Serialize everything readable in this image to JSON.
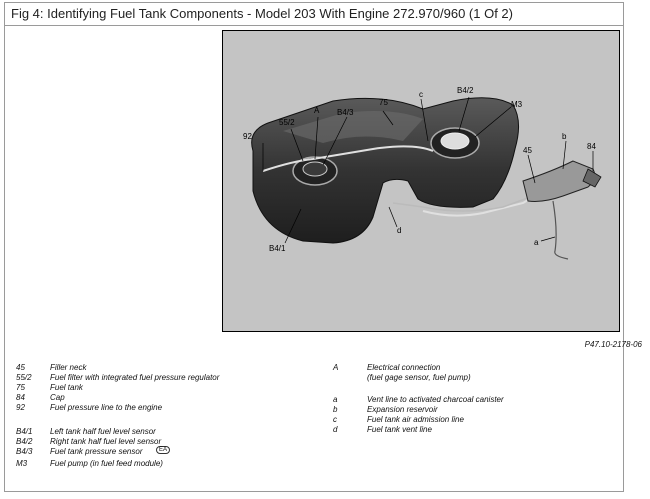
{
  "title": "Fig 4: Identifying Fuel Tank Components - Model 203 With Engine 272.970/960 (1 Of 2)",
  "figure_ref": "P47.10-2178-06",
  "callouts": {
    "c92": "92",
    "c55_2": "55/2",
    "cA": "A",
    "cB4_3": "B4/3",
    "c75": "75",
    "cc": "c",
    "cB4_2": "B4/2",
    "cM3": "M3",
    "cb": "b",
    "c84": "84",
    "c45": "45",
    "cd": "d",
    "ca": "a",
    "cB4_1": "B4/1"
  },
  "legend_left": [
    {
      "code": "45",
      "desc": "Filler neck"
    },
    {
      "code": "55/2",
      "desc": "Fuel filter with integrated fuel pressure regulator"
    },
    {
      "code": "75",
      "desc": "Fuel tank"
    },
    {
      "code": "84",
      "desc": "Cap"
    },
    {
      "code": "92",
      "desc": "Fuel pressure line to the engine"
    },
    {
      "code": "B4/1",
      "desc": "Left tank half fuel level sensor"
    },
    {
      "code": "B4/2",
      "desc": "Right tank half fuel level sensor"
    },
    {
      "code": "B4/3",
      "desc": "Fuel tank pressure sensor"
    },
    {
      "code": "M3",
      "desc": "Fuel pump (in fuel feed module)"
    }
  ],
  "legend_b43_badge": "EA",
  "legend_right": [
    {
      "code": "A",
      "desc": "Electrical connection"
    },
    {
      "code": "",
      "desc": "(fuel gage sensor, fuel pump)"
    },
    {
      "code": "a",
      "desc": "Vent line to activated charcoal canister"
    },
    {
      "code": "b",
      "desc": "Expansion reservoir"
    },
    {
      "code": "c",
      "desc": "Fuel tank air admission line"
    },
    {
      "code": "d",
      "desc": "Fuel tank vent line"
    }
  ]
}
